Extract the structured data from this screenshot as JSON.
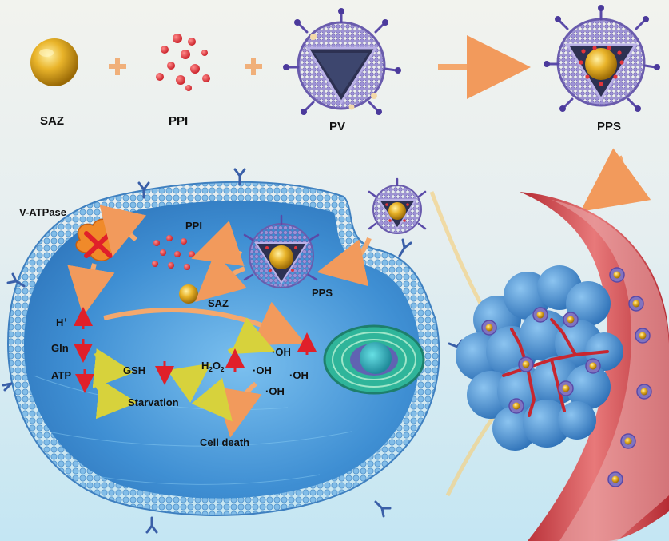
{
  "reagents": {
    "saz": "SAZ",
    "ppi": "PPI",
    "pv": "PV",
    "pps": "PPS"
  },
  "cell": {
    "vatpase": "V-ATPase",
    "ppi": "PPI",
    "saz": "SAZ",
    "pps": "PPS",
    "h_plus": {
      "base": "H",
      "sup": "+"
    },
    "gln": "Gln",
    "atp": "ATP",
    "gsh": "GSH",
    "h2o2": {
      "h": "H",
      "sub1": "2",
      "o": "O",
      "sub2": "2"
    },
    "oh1": "·OH",
    "oh2": "·OH",
    "oh3": "·OH",
    "oh4": "·OH",
    "starvation": "Starvation",
    "cell_death": "Cell death"
  },
  "colors": {
    "background_top": "#f1f3ef",
    "background_bottom": "#c9e9f4",
    "membrane": "#5ea4dc",
    "cytoplasm": "#3d8bd0",
    "gold": "#e1a51c",
    "ppi_red": "#e2353b",
    "vesicle_purple": "#7a6bb7",
    "flow_arrow": "#f4a86d",
    "vessel_red": "#d34a4a",
    "tumor_blue": "#4a90cf",
    "indicator_red": "#e0202a",
    "starvation_arrow": "#d6d74a"
  }
}
